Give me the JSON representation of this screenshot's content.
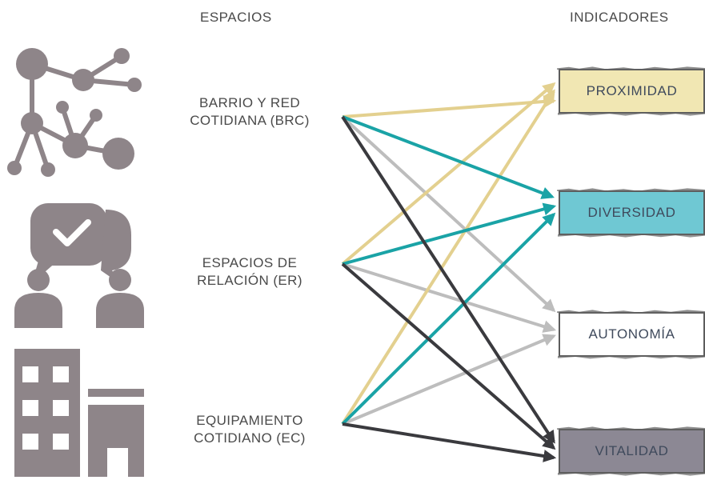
{
  "headers": {
    "espacios": "ESPACIOS",
    "indicadores": "INDICADORES"
  },
  "espacios": [
    {
      "id": "brc",
      "line1": "BARRIO Y RED",
      "line2": "COTIDIANA (BRC)",
      "icon": "network-nodes-icon"
    },
    {
      "id": "er",
      "line1": "ESPACIOS DE",
      "line2": "RELACIÓN (ER)",
      "icon": "conversation-people-icon"
    },
    {
      "id": "ec",
      "line1": "EQUIPAMIENTO",
      "line2": "COTIDIANO (EC)",
      "icon": "buildings-icon"
    }
  ],
  "indicadores": [
    {
      "id": "proximidad",
      "label": "PROXIMIDAD",
      "color": "#f1e7b3"
    },
    {
      "id": "diversidad",
      "label": "DIVERSIDAD",
      "color": "#6fc8d3"
    },
    {
      "id": "autonomia",
      "label": "AUTONOMÍA",
      "color": "#ffffff"
    },
    {
      "id": "vitalidad",
      "label": "VITALIDAD",
      "color": "#8c8894"
    }
  ],
  "connection_colors": {
    "proximidad": "#e3d08f",
    "diversidad": "#1aa3a6",
    "autonomia": "#bdbdbd",
    "vitalidad": "#3a3a3e"
  },
  "connections": [
    {
      "from": "brc",
      "to": "proximidad"
    },
    {
      "from": "brc",
      "to": "diversidad"
    },
    {
      "from": "brc",
      "to": "autonomia"
    },
    {
      "from": "brc",
      "to": "vitalidad"
    },
    {
      "from": "er",
      "to": "proximidad"
    },
    {
      "from": "er",
      "to": "diversidad"
    },
    {
      "from": "er",
      "to": "autonomia"
    },
    {
      "from": "er",
      "to": "vitalidad"
    },
    {
      "from": "ec",
      "to": "proximidad"
    },
    {
      "from": "ec",
      "to": "diversidad"
    },
    {
      "from": "ec",
      "to": "autonomia"
    },
    {
      "from": "ec",
      "to": "vitalidad"
    }
  ],
  "icon_color": "#8e8589"
}
